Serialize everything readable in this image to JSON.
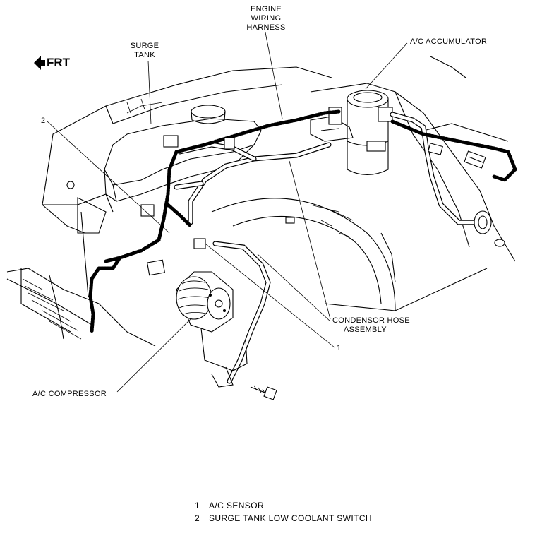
{
  "orientation": {
    "frt_label": "FRT",
    "icon": "arrow-left-icon"
  },
  "callouts": {
    "engine_wiring_harness": [
      "ENGINE",
      "WIRING",
      "HARNESS"
    ],
    "surge_tank": [
      "SURGE",
      "TANK"
    ],
    "ac_accumulator": "A/C ACCUMULATOR",
    "condensor_hose_assembly": [
      "CONDENSOR HOSE",
      "ASSEMBLY"
    ],
    "ac_compressor": "A/C COMPRESSOR",
    "ref_1": "1",
    "ref_2": "2"
  },
  "legend": [
    {
      "num": "1",
      "text": "A/C SENSOR"
    },
    {
      "num": "2",
      "text": "SURGE TANK LOW COOLANT SWITCH"
    }
  ]
}
